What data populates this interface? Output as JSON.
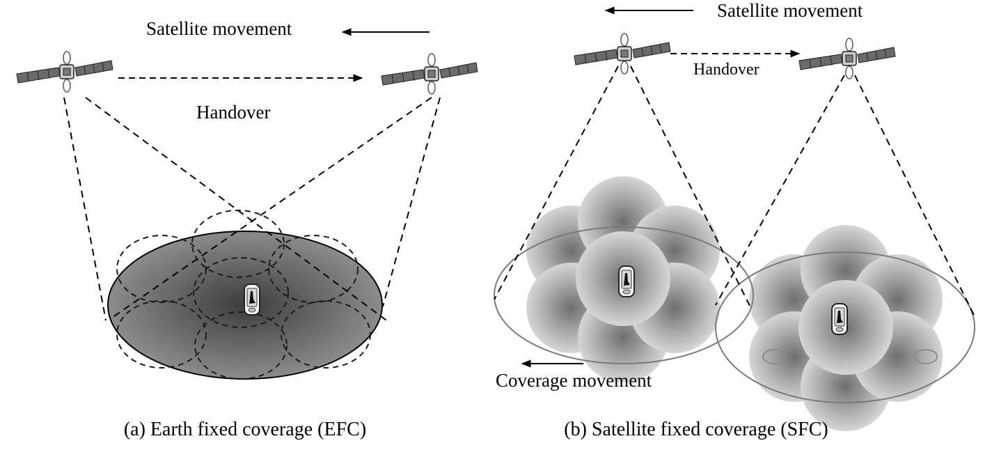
{
  "panel_a": {
    "satellite_movement": "Satellite movement",
    "handover": "Handover",
    "caption": "(a) Earth fixed coverage (EFC)"
  },
  "panel_b": {
    "satellite_movement": "Satellite movement",
    "handover": "Handover",
    "coverage_movement": "Coverage movement",
    "caption": "(b) Satellite fixed coverage (SFC)"
  },
  "icons": {
    "satellite": "satellite-icon",
    "user_terminal": "handset-icon",
    "arrow": "arrow-left-icon"
  },
  "colors": {
    "ink": "#000000",
    "efc_coverage_center": "#3c3c3c",
    "efc_coverage_edge": "#8c8c8c",
    "beam_center": "#6e6e6e",
    "beam_edge": "#d6d6d6",
    "footprint_outline": "#7a7a7a"
  }
}
